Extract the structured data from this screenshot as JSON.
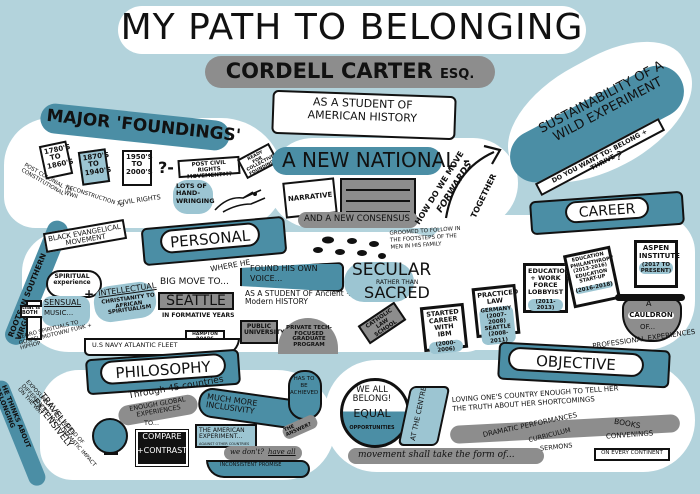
{
  "header": {
    "title": "MY PATH TO BELONGING",
    "subtitle": "CORDELL CARTER",
    "subtitle_suffix": "ESQ."
  },
  "intro": {
    "banner": "AS A STUDENT OF AMERICAN HISTORY"
  },
  "foundings": {
    "heading": "MAJOR 'FOUNDINGS'",
    "eras": [
      {
        "range": "1780's to 1860's",
        "label": "POST COLONIAL TO CONSTITUTIONAL"
      },
      {
        "range": "1870's to 1940's",
        "label": "RECONSTRUCTION TO WWII"
      },
      {
        "range": "1950's to 2000's",
        "label": "CIVIL RIGHTS"
      }
    ],
    "question": "?-",
    "next": "POST CIVIL RIGHTS MOVEMENT???",
    "tag": "READY FOR COLLECTIVE FOUNDING",
    "note": "LOTS OF HAND-WRINGING"
  },
  "national": {
    "heading": "A NEW NATIONAL -",
    "book": "NARRATIVE",
    "consensus": "AND A NEW CONSENSUS",
    "arrow_text_1": "HOW DO WE MOVE",
    "arrow_text_2": "FORWARDS",
    "arrow_text_3": "TOGETHER"
  },
  "sustainability": {
    "heading": "SUSTAINABILITY OF A WILD EXPERIMENT",
    "question": "DO YOU WANT TO: BELONG + THRIVE",
    "mark": "?"
  },
  "personal": {
    "heading": "PERSONAL",
    "roots": "ROOTS IN SOUTHERN VIRGINIA",
    "movement": "BLACK EVANGELICAL MOVEMENT",
    "spiritual": "SPIRITUAL experience",
    "cross": "that is BOTH",
    "sensual": "SENSUAL",
    "music": "MUSIC...",
    "music_detail": "NEGRO SPIRITUALS TO GOSPEL/MOTOWN/ FUNK + HIPHOP",
    "plus": "+",
    "intellectual": "INTELLECTUAL",
    "intellectual_detail": "CHRISTIANITY TO AFRICAN SPIRITUALISM",
    "navy": "U.S NAVY ATLANTIC FLEET",
    "navy_tag": "HAMPTON ROADS",
    "big_move": "BIG MOVE TO...",
    "seattle": "SEATTLE",
    "formative": "IN FORMATIVE YEARS",
    "where_he": "WHERE HE",
    "found_voice": "FOUND HIS OWN VOICE...",
    "student": "AS A STUDENT OF Ancient + Modern HISTORY",
    "public_uni": "PUBLIC UNIVERSITY",
    "private": "PRIVATE TECH-FOCUSED GRADUATE PROGRAM",
    "catholic": "CATHOLIC LAW SCHOOL",
    "groomed": "GROOMED TO FOLLOW IN THE FOOTSTEPS OF THE MEN IN HIS FAMILY",
    "secular": "SECULAR",
    "rather": "RATHER THAN",
    "sacred": "SACRED"
  },
  "career": {
    "heading": "CAREER",
    "frames": [
      {
        "title": "STARTED CAREER WITH IBM",
        "years": "(2000-2006)"
      },
      {
        "title": "PRACTICED LAW",
        "years": "GERMANY (2007-2008) SEATTLE (2008-2011)"
      },
      {
        "title": "EDUCATION + WORK FORCE LOBBYIST",
        "years": "(2011-2013)"
      },
      {
        "title": "EDUCATION PHILANTHROPY (2013-2016) EDUCATION START-UP",
        "years": "(2016-2018)"
      },
      {
        "title": "ASPEN INSTITUTE",
        "years": "(2017 TO PRESENT)"
      }
    ],
    "cauldron_a": "A",
    "cauldron": "CAULDRON",
    "cauldron_of": "OF...",
    "cauldron_caption": "PROFESSIONAL EXPERIENCES"
  },
  "philosophy": {
    "heading": "PHILOSOPHY",
    "side": "HE THINKS ABOUT BELONGING",
    "exposure": "EXPOSURE TO THE WORLD OF DIFFERENCES HAS A DRAMATIC IMPACT ON THE WAY",
    "travelled": "TRAVELLED EXTENSIVELY",
    "countries": "Through 45 countries",
    "global": "ENOUGH GLOBAL EXPERIENCES",
    "to": "TO...",
    "compare": "COMPARE",
    "contrast": "+CONTRAST",
    "experiment": "THE AMERICAN EXPERIMENT...",
    "experiment_sub": "AGAINST OTHER COUNTRIES",
    "inclusivity": "MUCH MORE INCLUSIVITY",
    "achieved": "HAS TO BE ACHIEVED",
    "question": "THE ANSWER?",
    "we_dont": "we don't?",
    "have_all": "have all",
    "promise": "INCONSISTENT PROMISE"
  },
  "objective": {
    "heading": "OBJECTIVE",
    "badge_1": "WE ALL BELONG!",
    "badge_2": "EQUAL",
    "badge_3": "OPPORTUNITIES",
    "centre": "AT THE CENTRE",
    "loving": "LOVING ONE'S COUNTRY ENOUGH TO TELL HER THE TRUTH ABOUT HER SHORTCOMINGS",
    "forms": [
      "DRAMATIC PERFORMANCES",
      "BOOKS",
      "CURRICULUM",
      "CONVENINGS",
      "SERMONS"
    ],
    "continent": "ON EVERY CONTINENT",
    "movement": "movement shall take the form of..."
  }
}
